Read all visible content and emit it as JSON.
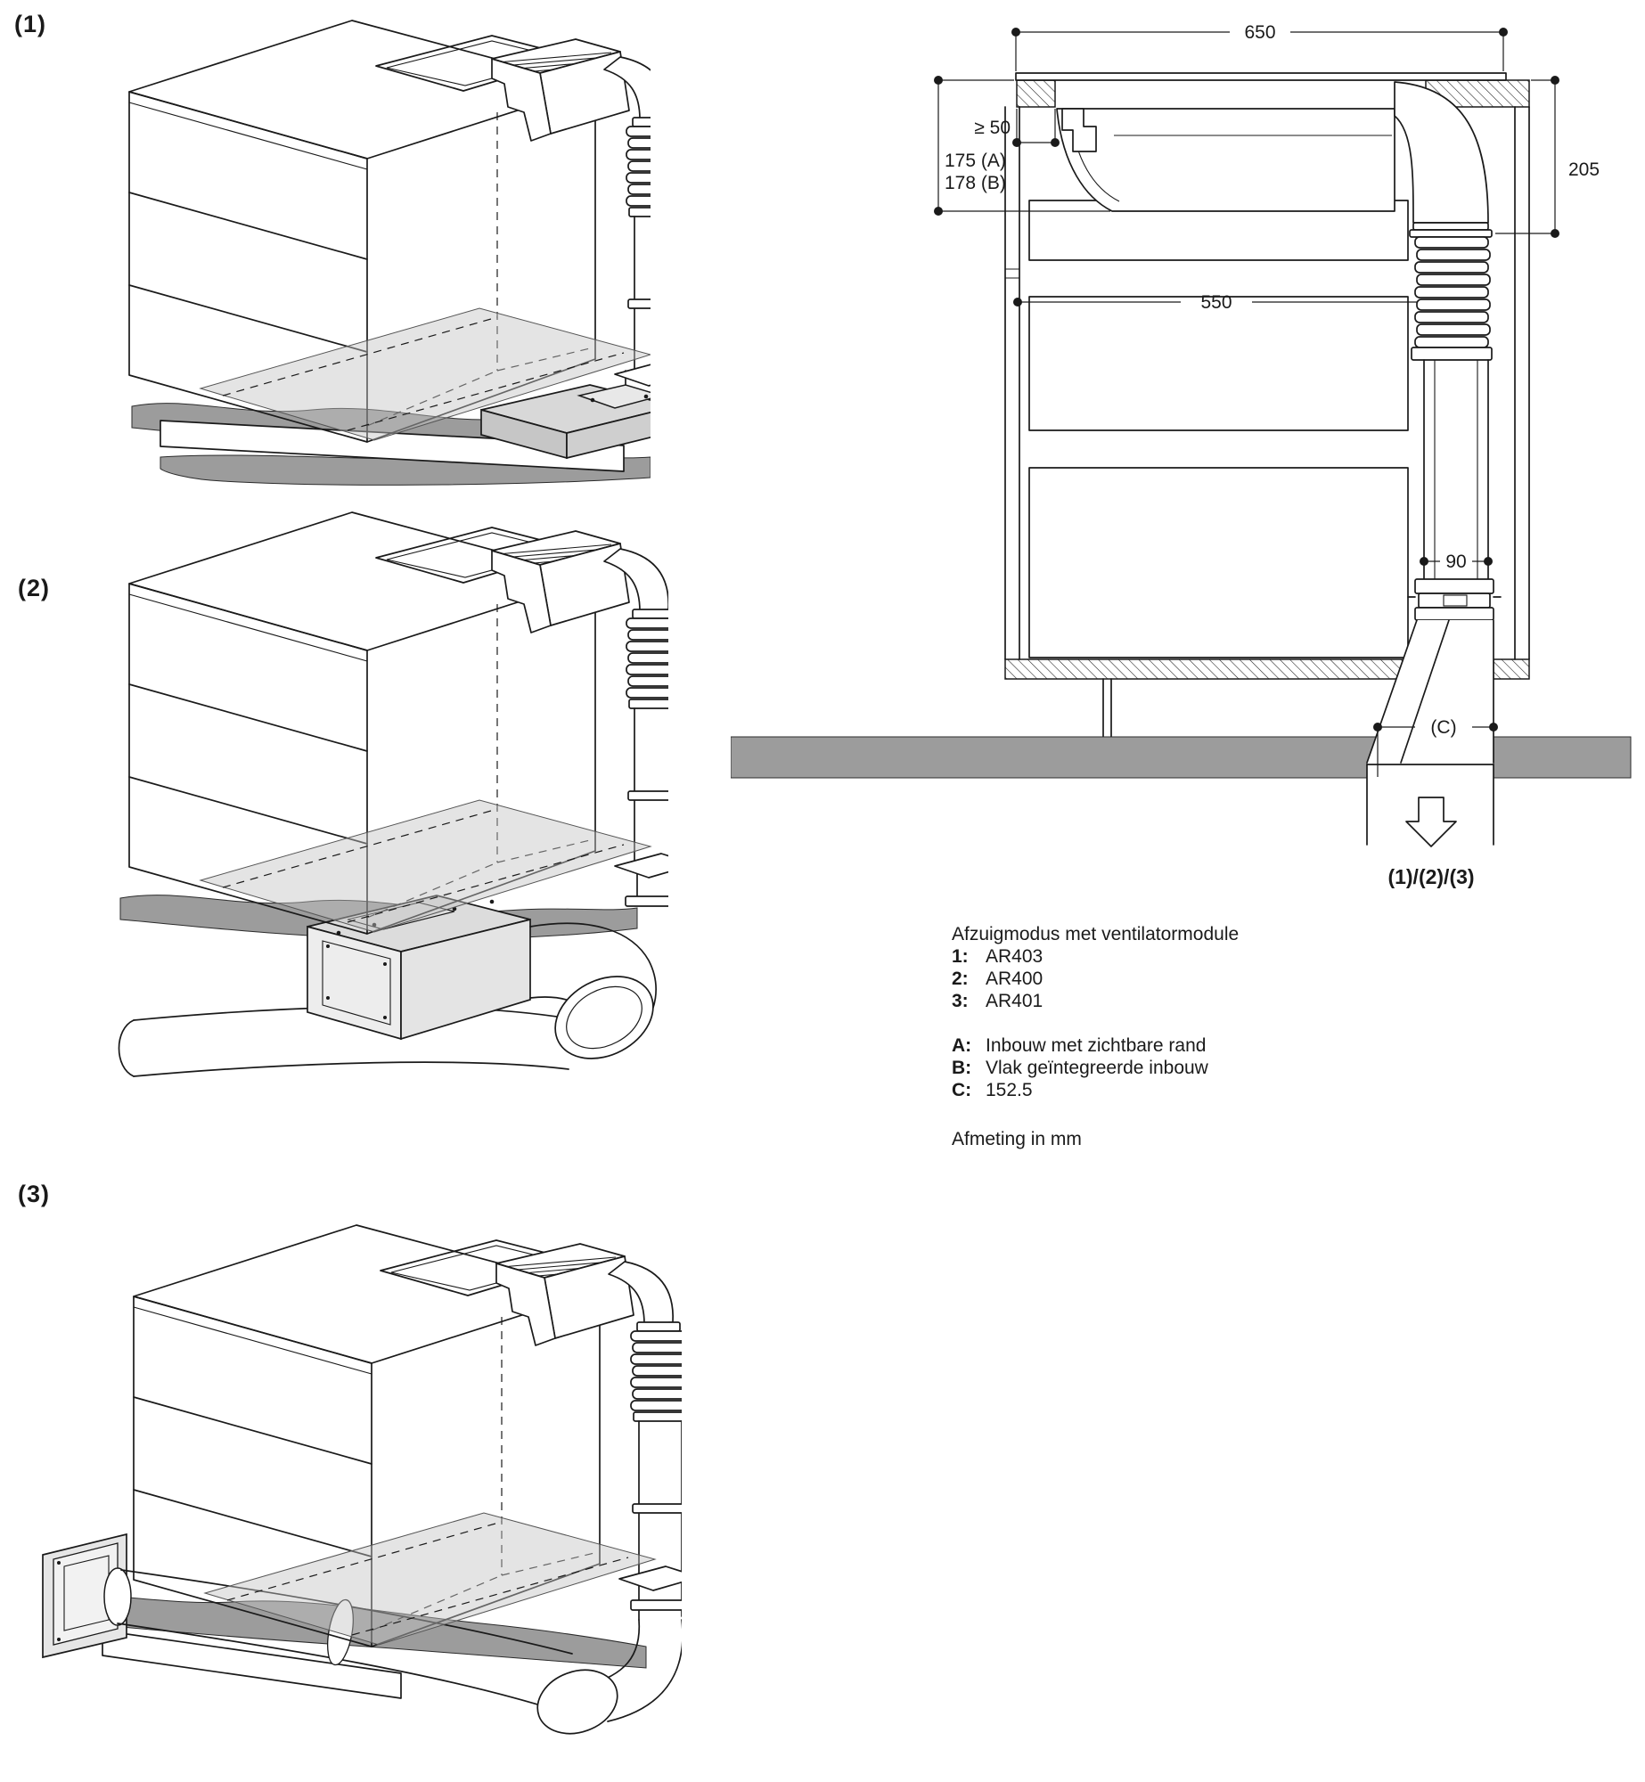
{
  "figures": [
    {
      "label": "(1)"
    },
    {
      "label": "(2)"
    },
    {
      "label": "(3)"
    }
  ],
  "section_diagram": {
    "dim_width_top": "650",
    "dim_min_clearance": "≥ 50",
    "dim_depth_visible": "175 (A)",
    "dim_depth_flush": "178 (B)",
    "dim_right_depth": "205",
    "dim_inner_width": "550",
    "dim_duct_depth": "90",
    "dim_c": "(C)",
    "outlet_label": "(1)/(2)/(3)"
  },
  "legend": {
    "title": "Afzuigmodus met ventilatormodule",
    "modules": [
      {
        "key": "1:",
        "value": "AR403"
      },
      {
        "key": "2:",
        "value": "AR400"
      },
      {
        "key": "3:",
        "value": "AR401"
      }
    ],
    "notes": [
      {
        "key": "A:",
        "value": "Inbouw met zichtbare rand"
      },
      {
        "key": "B:",
        "value": "Vlak geïntegreerde inbouw"
      },
      {
        "key": "C:",
        "value": "152.5"
      }
    ],
    "footer": "Afmeting in mm"
  }
}
